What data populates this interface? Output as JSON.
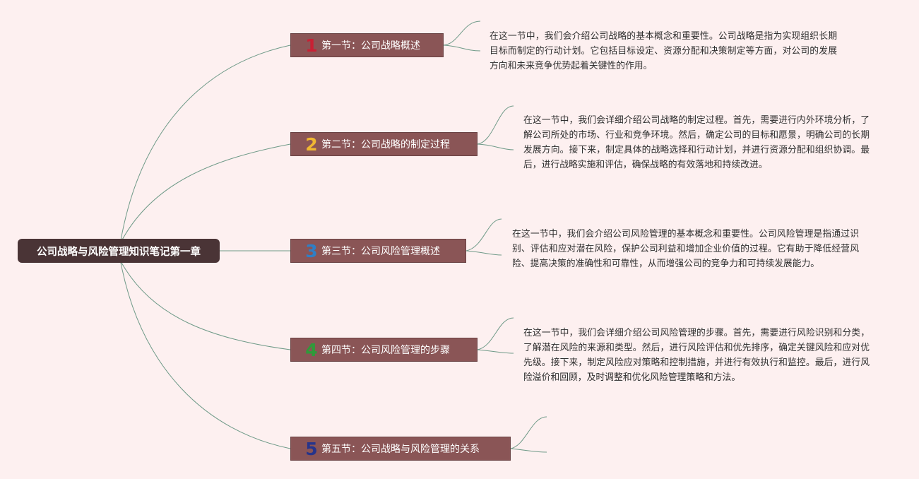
{
  "root": {
    "label": "公司战略与风险管理知识笔记第一章"
  },
  "sections": [
    {
      "number": "1",
      "number_color": "#c92034",
      "title": "第一节：公司战略概述",
      "note": "在这一节中，我们会介绍公司战略的基本概念和重要性。公司战略是指为实现组织长期目标而制定的行动计划。它包括目标设定、资源分配和决策制定等方面，对公司的发展方向和未来竞争优势起着关键性的作用。"
    },
    {
      "number": "2",
      "number_color": "#f0b732",
      "title": "第二节：公司战略的制定过程",
      "note": "在这一节中，我们会详细介绍公司战略的制定过程。首先，需要进行内外环境分析，了解公司所处的市场、行业和竞争环境。然后，确定公司的目标和愿景，明确公司的长期发展方向。接下来，制定具体的战略选择和行动计划，并进行资源分配和组织协调。最后，进行战略实施和评估，确保战略的有效落地和持续改进。"
    },
    {
      "number": "3",
      "number_color": "#2f7fc6",
      "title": "第三节：公司风险管理概述",
      "note": "在这一节中，我们会介绍公司风险管理的基本概念和重要性。公司风险管理是指通过识别、评估和应对潜在风险，保护公司利益和增加企业价值的过程。它有助于降低经营风险、提高决策的准确性和可靠性，从而增强公司的竞争力和可持续发展能力。"
    },
    {
      "number": "4",
      "number_color": "#2f9a3a",
      "title": "第四节：公司风险管理的步骤",
      "note": "在这一节中，我们会详细介绍公司风险管理的步骤。首先，需要进行风险识别和分类，了解潜在风险的来源和类型。然后，进行风险评估和优先排序，确定关键风险和应对优先级。接下来，制定风险应对策略和控制措施，并进行有效执行和监控。最后，进行风险溢价和回顾，及时调整和优化风险管理策略和方法。"
    },
    {
      "number": "5",
      "number_color": "#27348b",
      "title": "第五节：公司战略与风险管理的关系",
      "note": ""
    }
  ],
  "colors": {
    "background": "#fdf0f0",
    "root_fill": "#4a3436",
    "topic_fill": "#8a5556",
    "link": "#6f9a88"
  }
}
